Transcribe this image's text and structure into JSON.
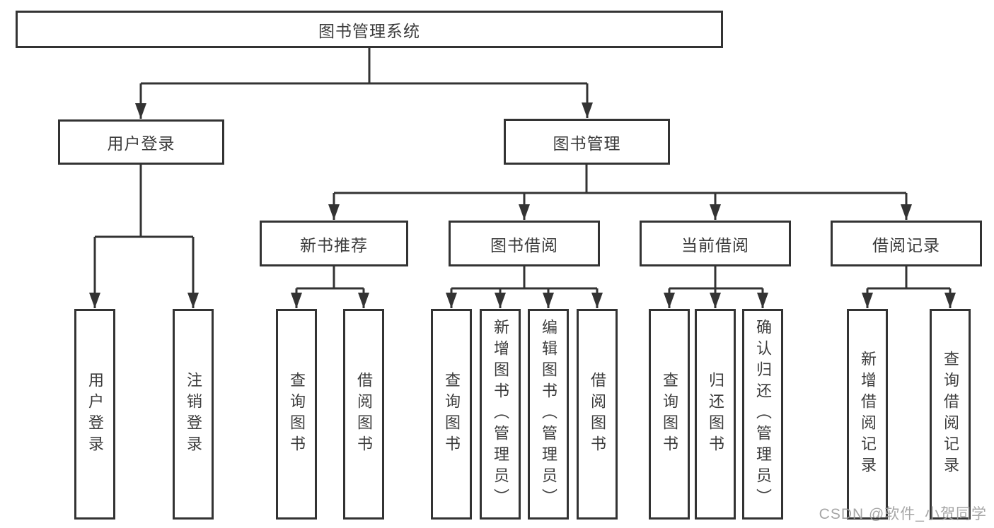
{
  "diagram": {
    "title": "图书管理系统",
    "branches": [
      {
        "label": "用户登录",
        "children": [
          "用户登录",
          "注销登录"
        ]
      },
      {
        "label": "图书管理",
        "children": [
          {
            "label": "新书推荐",
            "children": [
              "查询图书",
              "借阅图书"
            ]
          },
          {
            "label": "图书借阅",
            "children": [
              "查询图书",
              "新增图书（管理员）",
              "编辑图书（管理员）",
              "借阅图书"
            ]
          },
          {
            "label": "当前借阅",
            "children": [
              "查询图书",
              "归还图书",
              "确认归还（管理员）"
            ]
          },
          {
            "label": "借阅记录",
            "children": [
              "新增借阅记录",
              "查询借阅记录"
            ]
          }
        ]
      }
    ]
  },
  "watermark": {
    "text": "CSDN @软件_小贺同学"
  },
  "colors": {
    "line": "#333333",
    "text": "#3c3c3c",
    "watermark": "#9e9e9e",
    "background": "#ffffff"
  }
}
